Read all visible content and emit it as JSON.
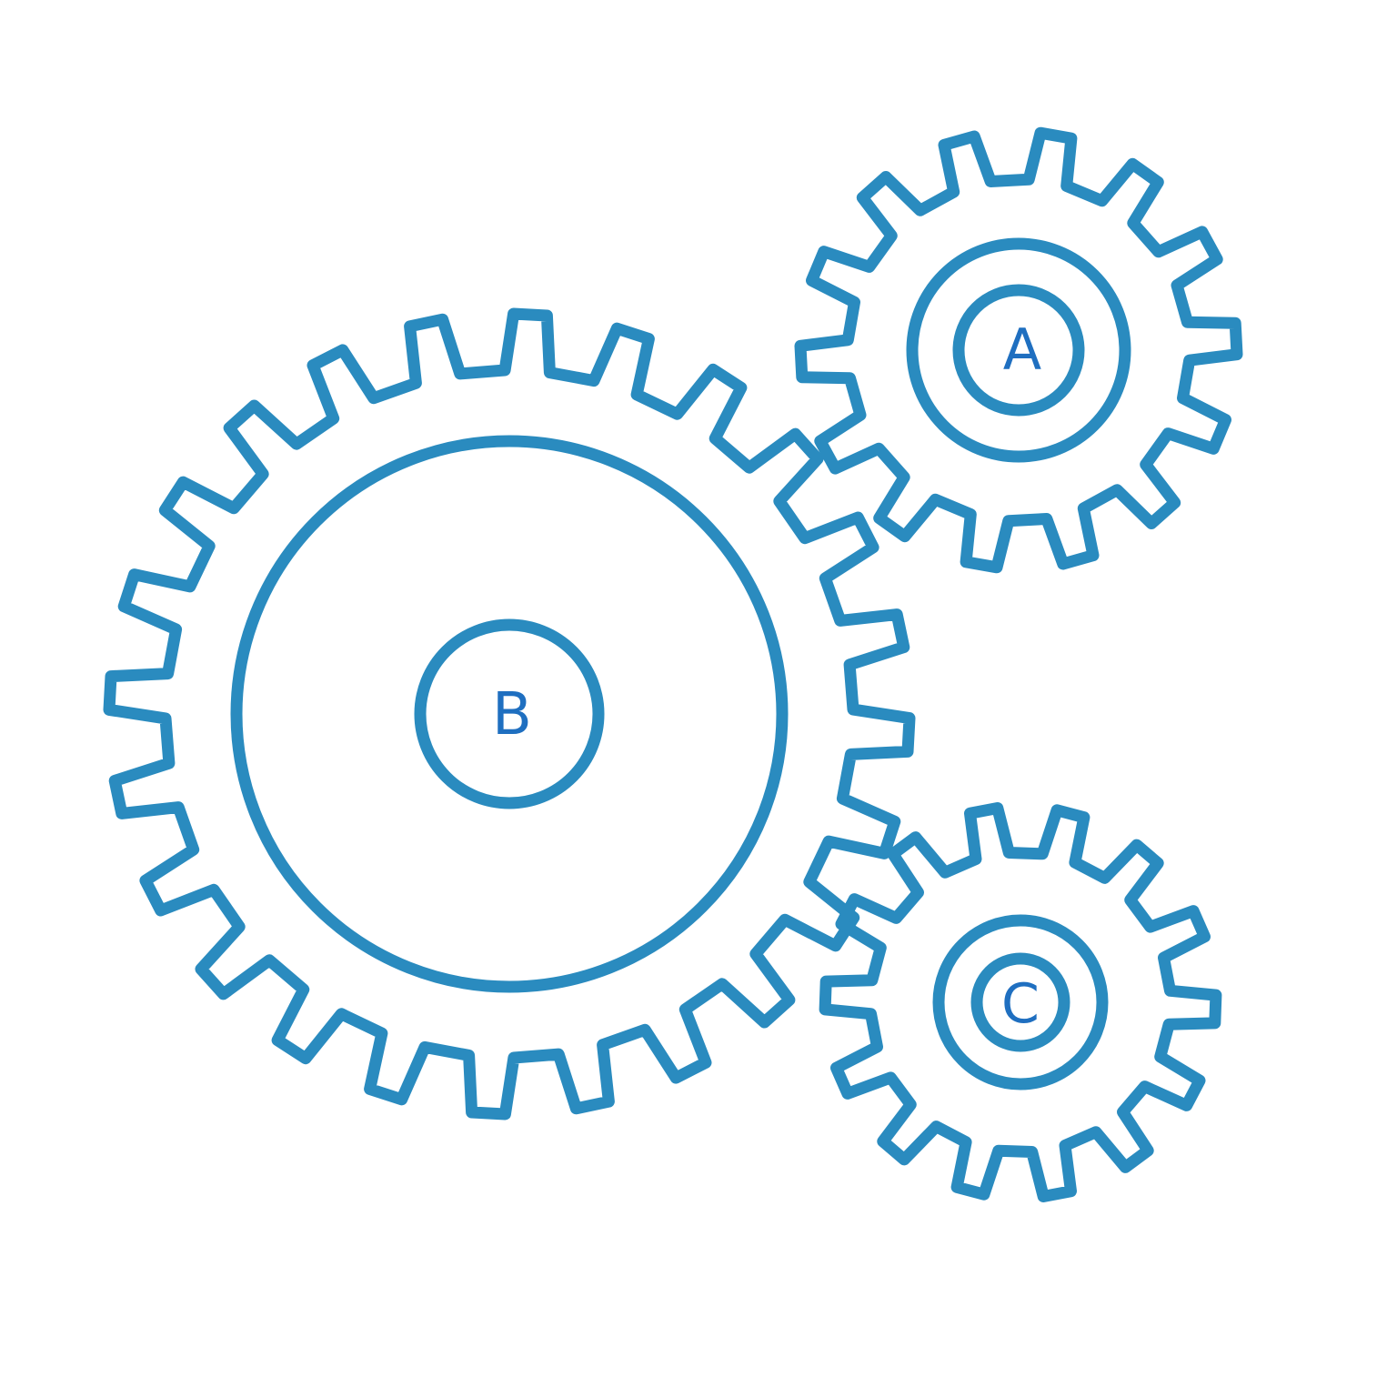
{
  "colors": {
    "stroke": "#2a8bbf",
    "label": "#1f6fc0",
    "background": "#ffffff"
  },
  "gears": [
    {
      "id": "A",
      "label": "A",
      "teeth": 14
    },
    {
      "id": "B",
      "label": "B",
      "teeth": 24
    },
    {
      "id": "C",
      "label": "C",
      "teeth": 14
    }
  ]
}
